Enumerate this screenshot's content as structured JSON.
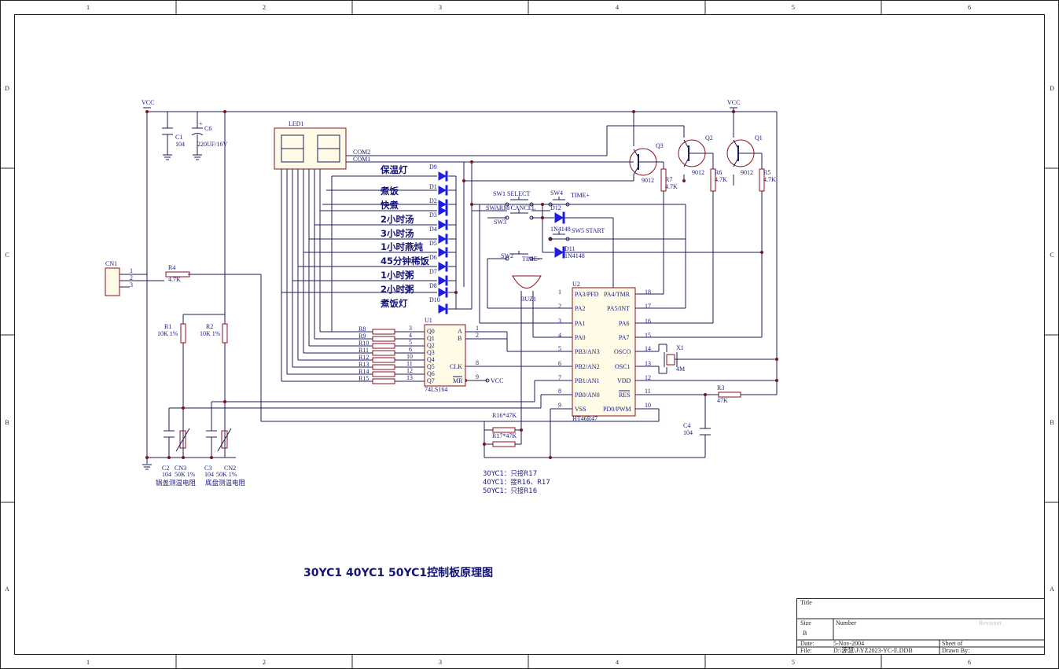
{
  "frame": {
    "columns": [
      "1",
      "2",
      "3",
      "4",
      "5",
      "6"
    ],
    "rows": [
      "D",
      "C",
      "B",
      "A"
    ]
  },
  "title": "30YC1 40YC1 50YC1控制板原理图",
  "power": {
    "vcc_left": "VCC",
    "vcc_right": "VCC",
    "vcc_mr": "VCC"
  },
  "led_display": {
    "ref": "LED1",
    "com2": "COM2",
    "com1": "COM1"
  },
  "indicators": [
    {
      "ref": "D9",
      "label": "保温灯"
    },
    {
      "ref": "D1",
      "label": "煮饭"
    },
    {
      "ref": "D2",
      "label": "快煮"
    },
    {
      "ref": "D3",
      "label": "2小时汤"
    },
    {
      "ref": "D4",
      "label": "3小时汤"
    },
    {
      "ref": "D5",
      "label": "1小时燕炖"
    },
    {
      "ref": "D6",
      "label": "45分钟稀饭"
    },
    {
      "ref": "D7",
      "label": "1小时粥"
    },
    {
      "ref": "D8",
      "label": "2小时粥"
    },
    {
      "ref": "D10",
      "label": "煮饭灯"
    }
  ],
  "u1": {
    "ref": "U1",
    "part": "74LS164",
    "left_pins": [
      "Q0",
      "Q1",
      "Q2",
      "Q3",
      "Q4",
      "Q5",
      "Q6",
      "Q7"
    ],
    "left_nums": [
      "3",
      "4",
      "5",
      "6",
      "10",
      "11",
      "12",
      "13"
    ],
    "right_pins": [
      "A",
      "B",
      "CLK",
      "MR"
    ],
    "right_nums": [
      "1",
      "2",
      "8",
      "9"
    ],
    "resistors": [
      "R8",
      "R9",
      "R10",
      "R11",
      "R12",
      "R13",
      "R14",
      "R15"
    ]
  },
  "u2": {
    "ref": "U2",
    "part": "HT46R47",
    "left_pins": [
      "PA3/PFD",
      "PA2",
      "PA1",
      "PA0",
      "PB3/AN3",
      "PB2/AN2",
      "PB1/AN1",
      "PB0/AN0",
      "VSS"
    ],
    "left_nums": [
      "1",
      "2",
      "3",
      "4",
      "5",
      "6",
      "7",
      "8",
      "9"
    ],
    "right_pins": [
      "PA4/TMR",
      "PA5/INT",
      "PA6",
      "PA7",
      "OSCO",
      "OSC1",
      "VDD",
      "RES",
      "PD0/PWM"
    ],
    "right_nums": [
      "18",
      "17",
      "16",
      "15",
      "14",
      "13",
      "12",
      "11",
      "10"
    ]
  },
  "switches": {
    "sw1": "SW1  SELECT",
    "sw2": "SW2",
    "sw2_func": "TIME-",
    "sw3": "SW3",
    "sw3_func": "SWARM/CANCEL",
    "sw4": "SW4",
    "sw4_func": "TIME+",
    "sw5": "SW5",
    "sw5_func": "START",
    "d11": "D11",
    "d12": "D12",
    "diode_part": "1N4148",
    "buzzer": "BUZ1"
  },
  "transistors": [
    {
      "ref": "Q3",
      "part": "9012",
      "res": "R7",
      "res_val": "4.7K"
    },
    {
      "ref": "Q2",
      "part": "9012",
      "res": "R6",
      "res_val": "4.7K"
    },
    {
      "ref": "Q1",
      "part": "9012",
      "res": "R5",
      "res_val": "4.7K"
    }
  ],
  "components": {
    "c1": "C1",
    "c1_val": "104",
    "c6": "C6",
    "c6_val": "220UF/16V",
    "cn1": "CN1",
    "cn1_pins": [
      "1",
      "2",
      "3"
    ],
    "r4": "R4",
    "r4_val": "4.7K",
    "r1": "R1",
    "r1_val": "10K 1%",
    "r2": "R2",
    "r2_val": "10K 1%",
    "c2": "C2",
    "c2_val": "104",
    "c3": "C3",
    "c3_val": "104",
    "cn3": "CN3",
    "cn3_val": "50K 1%",
    "cn2": "CN2",
    "cn2_val": "50K 1%",
    "cn3_desc": "锅盖测温电阻",
    "cn2_desc": "底盘测温电阻",
    "x1": "X1",
    "x1_val": "4M",
    "r3": "R3",
    "r3_val": "47K",
    "c4": "C4",
    "c4_val": "104",
    "r16": "R16*47K",
    "r17": "R17*47K"
  },
  "notes": [
    "30YC1：只接R17",
    "40YC1：接R16、R17",
    "50YC1：只接R16"
  ],
  "title_block": {
    "title": "Title",
    "size": "Size",
    "size_val": "B",
    "number": "Number",
    "revision": "Revision",
    "date": "Date:",
    "date_val": "5-Nov-2004",
    "file": "File:",
    "file_val": "D:\\源慧\\J\\YZ2023-YC-E.DDB",
    "sheet": "Sheet   of",
    "drawn": "Drawn By:"
  }
}
